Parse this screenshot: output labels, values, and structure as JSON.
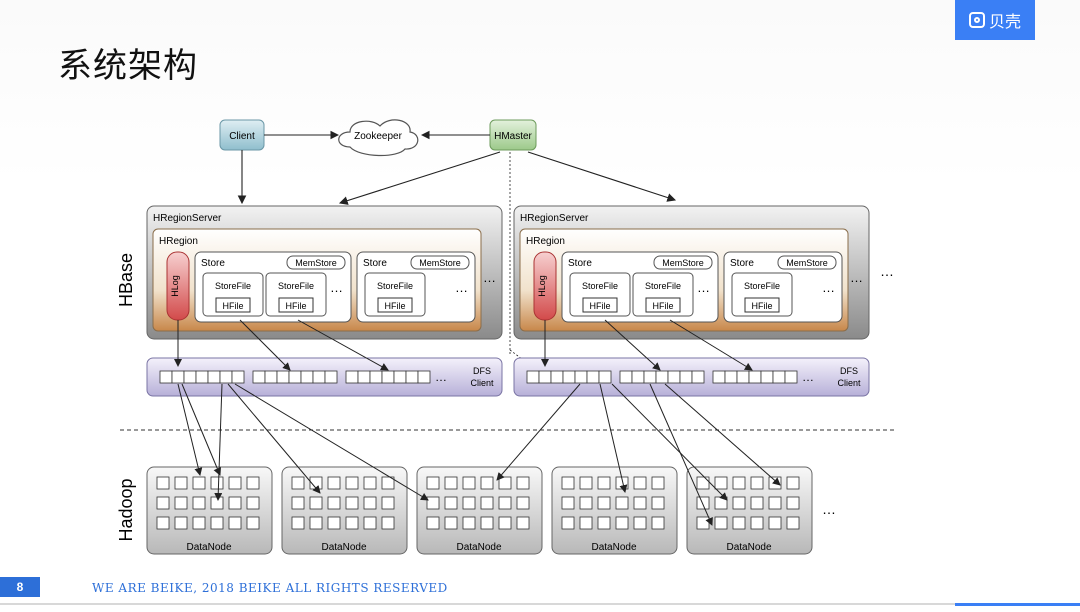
{
  "slide": {
    "title": "系统架构",
    "logo_text": "贝壳",
    "page_number": "8",
    "footer_text": "WE ARE BEIKE, 2018 BEIKE ALL RIGHTS RESERVED"
  },
  "colors": {
    "accent": "#2d6fd8",
    "logo_bg": "#3a7ff5"
  },
  "diagram": {
    "client": "Client",
    "zookeeper": "Zookeeper",
    "hmaster": "HMaster",
    "hbase_label": "HBase",
    "hadoop_label": "Hadoop",
    "region_server_label": "HRegionServer",
    "region_label": "HRegion",
    "hlog_label": "HLog",
    "store_label": "Store",
    "memstore_label": "MemStore",
    "storefile_label": "StoreFile",
    "hfile_label": "HFile",
    "ellipsis": "…",
    "dfs_client_line1": "DFS",
    "dfs_client_line2": "Client",
    "datanode_label": "DataNode",
    "datanode_count": 5
  }
}
